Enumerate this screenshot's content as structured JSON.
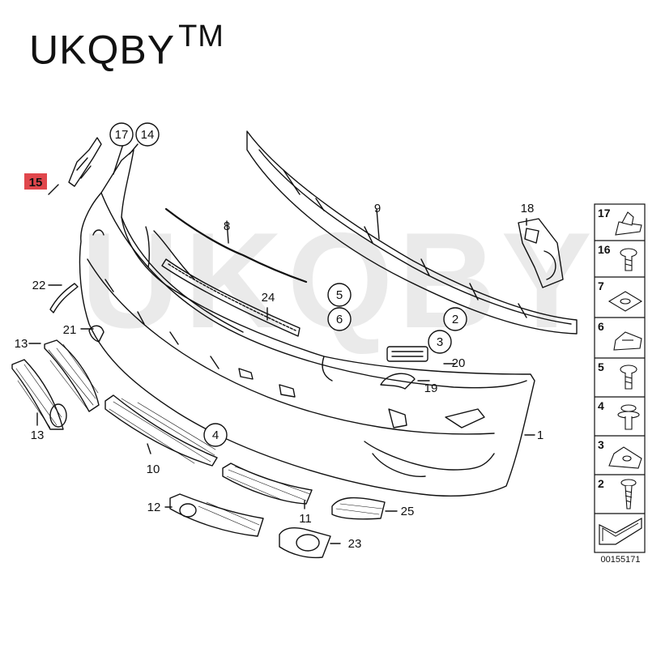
{
  "brand": {
    "name": "UKQBY",
    "tm": "TM",
    "watermark": "UKQBY"
  },
  "callouts": [
    {
      "id": "c1",
      "label": "1",
      "circled": false
    },
    {
      "id": "c2",
      "label": "2",
      "circled": true
    },
    {
      "id": "c3",
      "label": "3",
      "circled": true
    },
    {
      "id": "c4",
      "label": "4",
      "circled": true
    },
    {
      "id": "c5",
      "label": "5",
      "circled": true
    },
    {
      "id": "c6",
      "label": "6",
      "circled": true
    },
    {
      "id": "c8",
      "label": "8",
      "circled": false
    },
    {
      "id": "c9",
      "label": "9",
      "circled": false
    },
    {
      "id": "c10",
      "label": "10",
      "circled": false
    },
    {
      "id": "c11",
      "label": "11",
      "circled": false
    },
    {
      "id": "c12",
      "label": "12",
      "circled": false
    },
    {
      "id": "c13",
      "label": "13",
      "circled": false
    },
    {
      "id": "c14",
      "label": "14",
      "circled": false
    },
    {
      "id": "c15",
      "label": "15",
      "circled": false,
      "highlight": true
    },
    {
      "id": "c16",
      "label": "16",
      "circled": true
    },
    {
      "id": "c17",
      "label": "17",
      "circled": true
    },
    {
      "id": "c18",
      "label": "18",
      "circled": false
    },
    {
      "id": "c19",
      "label": "19",
      "circled": false
    },
    {
      "id": "c20",
      "label": "20",
      "circled": false
    },
    {
      "id": "c21",
      "label": "21",
      "circled": false
    },
    {
      "id": "c22",
      "label": "22",
      "circled": false
    },
    {
      "id": "c23",
      "label": "23",
      "circled": false
    },
    {
      "id": "c24",
      "label": "24",
      "circled": false
    },
    {
      "id": "c25",
      "label": "25",
      "circled": false
    }
  ],
  "side_panel": [
    {
      "label": "17",
      "icon": "clip-nut-icon"
    },
    {
      "label": "16",
      "icon": "screw-icon"
    },
    {
      "label": "7",
      "icon": "square-nut-icon"
    },
    {
      "label": "6",
      "icon": "spring-clip-icon"
    },
    {
      "label": "5",
      "icon": "screw-icon"
    },
    {
      "label": "4",
      "icon": "washer-screw-icon"
    },
    {
      "label": "3",
      "icon": "clip-nut-icon"
    },
    {
      "label": "2",
      "icon": "tapping-screw-icon"
    }
  ],
  "diagram_code": "00155171",
  "highlight_color": "#e0474c"
}
